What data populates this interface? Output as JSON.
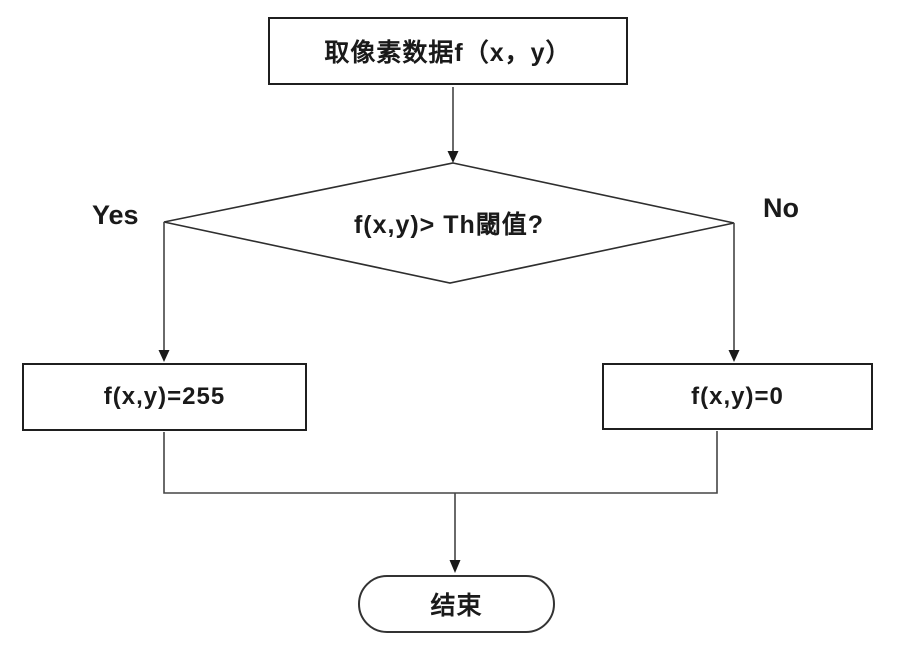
{
  "flowchart": {
    "start_label": "取像素数据f（x，y）",
    "decision_label": "f(x,y)> Th閾值?",
    "yes_label": "Yes",
    "no_label": "No",
    "yes_result_label": "f(x,y)=255",
    "no_result_label": "f(x,y)=0",
    "end_label": "结束"
  },
  "colors": {
    "background": "#ffffff",
    "node_border": "#1f1f1f",
    "connector_line": "#454545",
    "diamond_stroke": "#2e2e2e",
    "text": "#1a1a1a"
  }
}
